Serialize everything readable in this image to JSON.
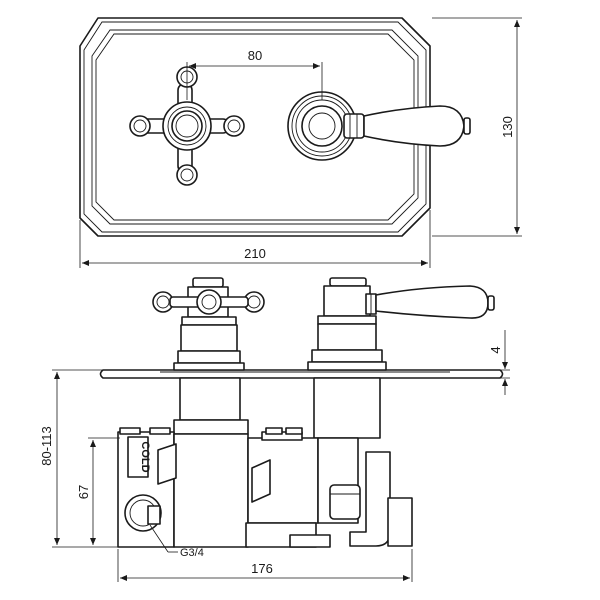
{
  "dimensions": {
    "spacing": "80",
    "height_plate": "130",
    "width_plate": "210",
    "plate_thickness": "4",
    "depth_range": "80-113",
    "depth_body": "67",
    "thread": "G3/4",
    "overall_width": "176"
  },
  "labels": {
    "cold": "COLD"
  }
}
